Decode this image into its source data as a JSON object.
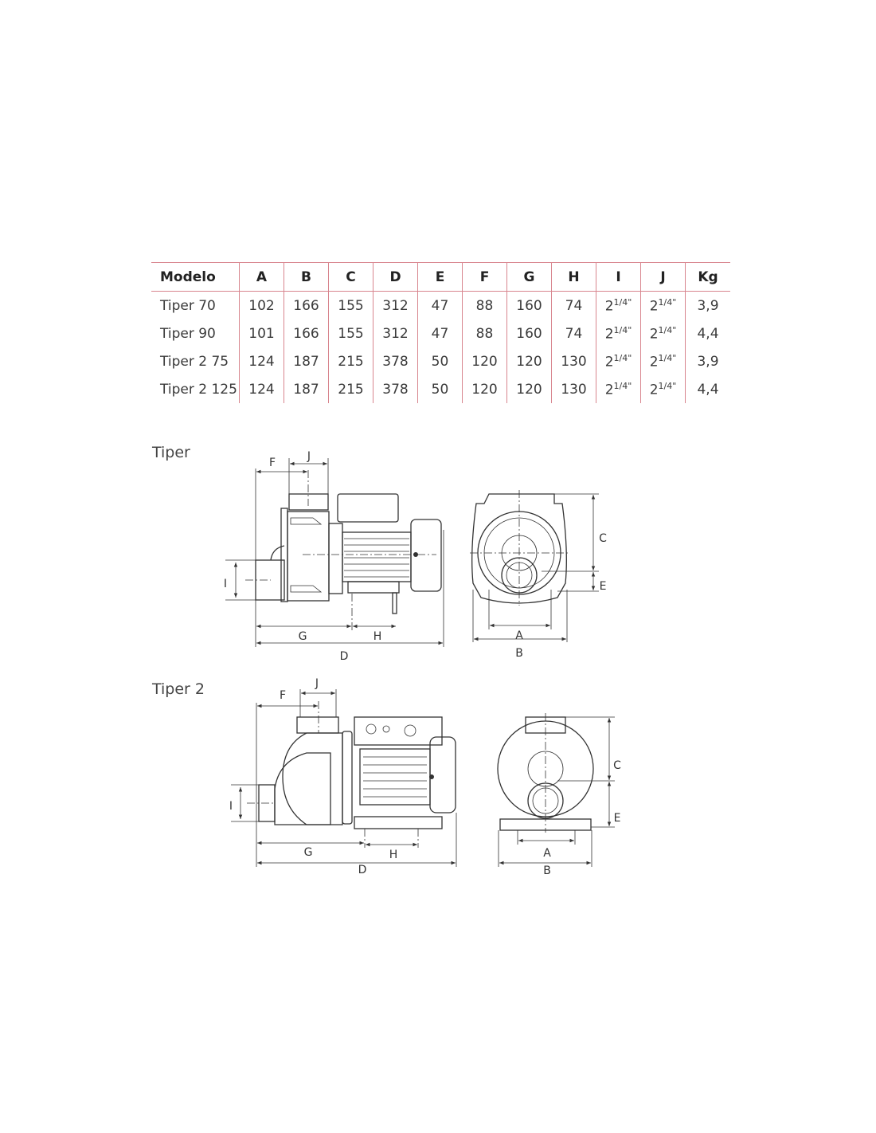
{
  "table": {
    "headers": [
      "Modelo",
      "A",
      "B",
      "C",
      "D",
      "E",
      "F",
      "G",
      "H",
      "I",
      "J",
      "Kg"
    ],
    "rows": [
      [
        "Tiper 70",
        "102",
        "166",
        "155",
        "312",
        "47",
        "88",
        "160",
        "74",
        "2",
        "1/4\"",
        "2",
        "1/4\"",
        "3,9"
      ],
      [
        "Tiper 90",
        "101",
        "166",
        "155",
        "312",
        "47",
        "88",
        "160",
        "74",
        "2",
        "1/4\"",
        "2",
        "1/4\"",
        "4,4"
      ],
      [
        "Tiper 2 75",
        "124",
        "187",
        "215",
        "378",
        "50",
        "120",
        "120",
        "130",
        "2",
        "1/4\"",
        "2",
        "1/4\"",
        "3,9"
      ],
      [
        "Tiper 2 125",
        "124",
        "187",
        "215",
        "378",
        "50",
        "120",
        "120",
        "130",
        "2",
        "1/4\"",
        "2",
        "1/4\"",
        "4,4"
      ]
    ]
  },
  "drawings": {
    "tiper": {
      "title": "Tiper",
      "labels": {
        "F": "F",
        "J": "J",
        "I": "I",
        "G": "G",
        "H": "H",
        "D": "D",
        "C": "C",
        "E": "E",
        "A": "A",
        "B": "B"
      }
    },
    "tiper2": {
      "title": "Tiper 2",
      "labels": {
        "F": "F",
        "J": "J",
        "I": "I",
        "G": "G",
        "H": "H",
        "D": "D",
        "C": "C",
        "E": "E",
        "A": "A",
        "B": "B"
      }
    }
  }
}
